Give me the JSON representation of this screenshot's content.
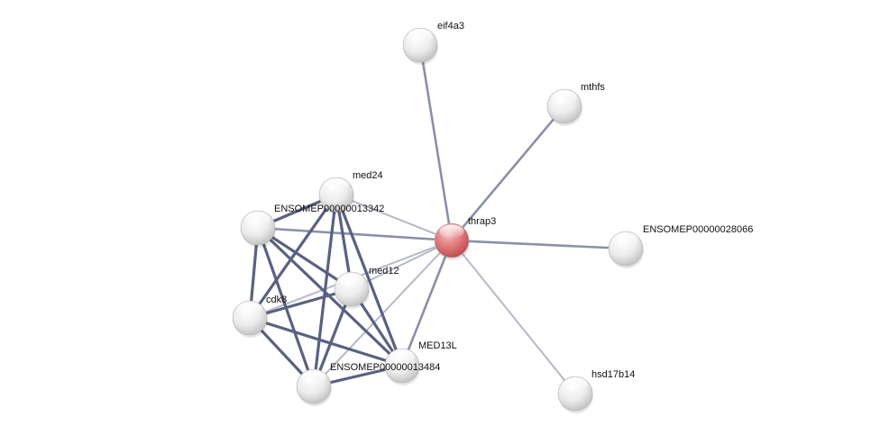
{
  "network": {
    "colors": {
      "query_node": "#e27a7c",
      "node": "#f2f2f2",
      "edge_strong": "#5a6180",
      "edge_medium": "#8a90a8",
      "edge_weak": "#b4b8c8"
    },
    "nodes": [
      {
        "id": "eif4a3",
        "label": "eif4a3",
        "query": false
      },
      {
        "id": "mthfs",
        "label": "mthfs",
        "query": false
      },
      {
        "id": "thrap3",
        "label": "thrap3",
        "query": true
      },
      {
        "id": "ENSOMEP00000028066",
        "label": "ENSOMEP00000028066",
        "query": false
      },
      {
        "id": "med24",
        "label": "med24",
        "query": false
      },
      {
        "id": "ENSOMEP00000013342",
        "label": "ENSOMEP00000013342",
        "query": false
      },
      {
        "id": "med12",
        "label": "med12",
        "query": false
      },
      {
        "id": "cdk8",
        "label": "cdk8",
        "query": false
      },
      {
        "id": "MED13L",
        "label": "MED13L",
        "query": false
      },
      {
        "id": "ENSOMEP00000013484",
        "label": "ENSOMEP00000013484",
        "query": false
      },
      {
        "id": "hsd17b14",
        "label": "hsd17b14",
        "query": false
      }
    ],
    "edges": [
      {
        "source": "thrap3",
        "target": "eif4a3",
        "strength": "medium"
      },
      {
        "source": "thrap3",
        "target": "mthfs",
        "strength": "medium"
      },
      {
        "source": "thrap3",
        "target": "ENSOMEP00000028066",
        "strength": "medium"
      },
      {
        "source": "thrap3",
        "target": "hsd17b14",
        "strength": "weak"
      },
      {
        "source": "thrap3",
        "target": "med24",
        "strength": "weak"
      },
      {
        "source": "thrap3",
        "target": "ENSOMEP00000013342",
        "strength": "medium"
      },
      {
        "source": "thrap3",
        "target": "med12",
        "strength": "weak"
      },
      {
        "source": "thrap3",
        "target": "cdk8",
        "strength": "weak"
      },
      {
        "source": "thrap3",
        "target": "MED13L",
        "strength": "medium"
      },
      {
        "source": "thrap3",
        "target": "ENSOMEP00000013484",
        "strength": "weak"
      },
      {
        "source": "med24",
        "target": "ENSOMEP00000013342",
        "strength": "strong"
      },
      {
        "source": "med24",
        "target": "med12",
        "strength": "strong"
      },
      {
        "source": "med24",
        "target": "cdk8",
        "strength": "strong"
      },
      {
        "source": "med24",
        "target": "MED13L",
        "strength": "strong"
      },
      {
        "source": "med24",
        "target": "ENSOMEP00000013484",
        "strength": "strong"
      },
      {
        "source": "ENSOMEP00000013342",
        "target": "med12",
        "strength": "strong"
      },
      {
        "source": "ENSOMEP00000013342",
        "target": "cdk8",
        "strength": "strong"
      },
      {
        "source": "ENSOMEP00000013342",
        "target": "MED13L",
        "strength": "strong"
      },
      {
        "source": "ENSOMEP00000013342",
        "target": "ENSOMEP00000013484",
        "strength": "strong"
      },
      {
        "source": "med12",
        "target": "cdk8",
        "strength": "strong"
      },
      {
        "source": "med12",
        "target": "MED13L",
        "strength": "strong"
      },
      {
        "source": "med12",
        "target": "ENSOMEP00000013484",
        "strength": "strong"
      },
      {
        "source": "cdk8",
        "target": "MED13L",
        "strength": "strong"
      },
      {
        "source": "cdk8",
        "target": "ENSOMEP00000013484",
        "strength": "strong"
      },
      {
        "source": "MED13L",
        "target": "ENSOMEP00000013484",
        "strength": "strong"
      }
    ]
  }
}
